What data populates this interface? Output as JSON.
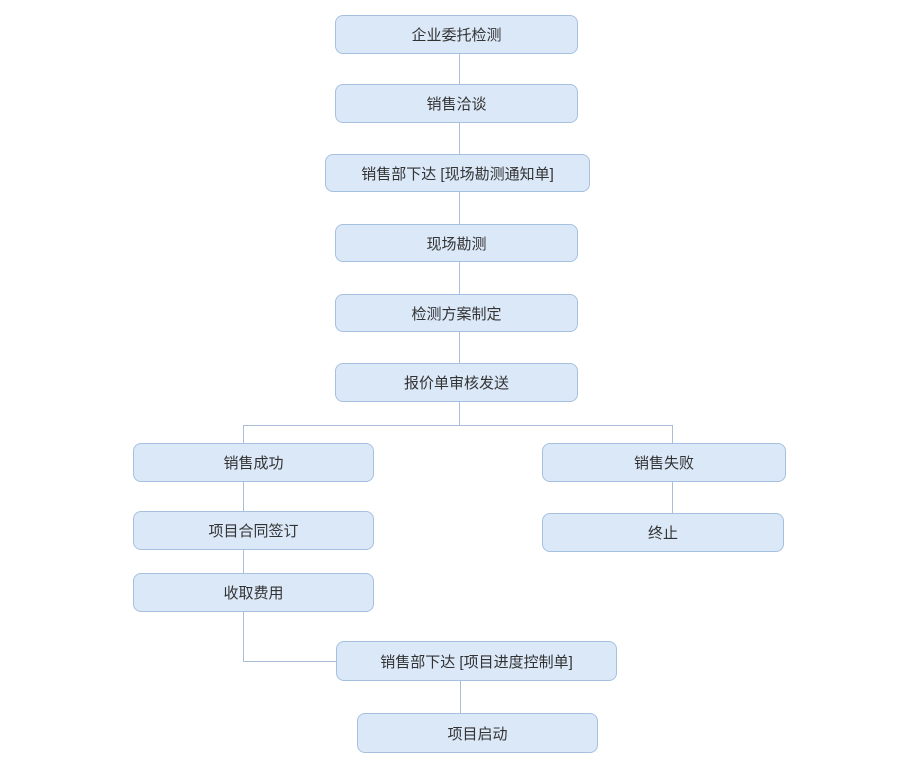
{
  "flowchart": {
    "nodes": [
      {
        "id": "enterprise-entrust",
        "label": "企业委托检测"
      },
      {
        "id": "sales-negotiation",
        "label": "销售洽谈"
      },
      {
        "id": "survey-notice",
        "label": "销售部下达 [现场勘测通知单]"
      },
      {
        "id": "site-survey",
        "label": "现场勘测"
      },
      {
        "id": "test-plan",
        "label": "检测方案制定"
      },
      {
        "id": "quotation-review",
        "label": "报价单审核发送"
      },
      {
        "id": "sales-success",
        "label": "销售成功"
      },
      {
        "id": "sales-failure",
        "label": "销售失败"
      },
      {
        "id": "contract-signing",
        "label": "项目合同签订"
      },
      {
        "id": "terminate",
        "label": "终止"
      },
      {
        "id": "collect-fees",
        "label": "收取费用"
      },
      {
        "id": "progress-control",
        "label": "销售部下达 [项目进度控制单]"
      },
      {
        "id": "project-start",
        "label": "项目启动"
      }
    ],
    "edges": [
      {
        "from": "enterprise-entrust",
        "to": "sales-negotiation"
      },
      {
        "from": "sales-negotiation",
        "to": "survey-notice"
      },
      {
        "from": "survey-notice",
        "to": "site-survey"
      },
      {
        "from": "site-survey",
        "to": "test-plan"
      },
      {
        "from": "test-plan",
        "to": "quotation-review"
      },
      {
        "from": "quotation-review",
        "to": "sales-success"
      },
      {
        "from": "quotation-review",
        "to": "sales-failure"
      },
      {
        "from": "sales-success",
        "to": "contract-signing"
      },
      {
        "from": "sales-failure",
        "to": "terminate"
      },
      {
        "from": "contract-signing",
        "to": "collect-fees"
      },
      {
        "from": "collect-fees",
        "to": "progress-control"
      },
      {
        "from": "progress-control",
        "to": "project-start"
      }
    ],
    "colors": {
      "node_fill": "#dbe8f8",
      "node_border": "#a6c0e0",
      "connector": "#a9bfd9",
      "text": "#333333",
      "background": "#ffffff"
    }
  }
}
